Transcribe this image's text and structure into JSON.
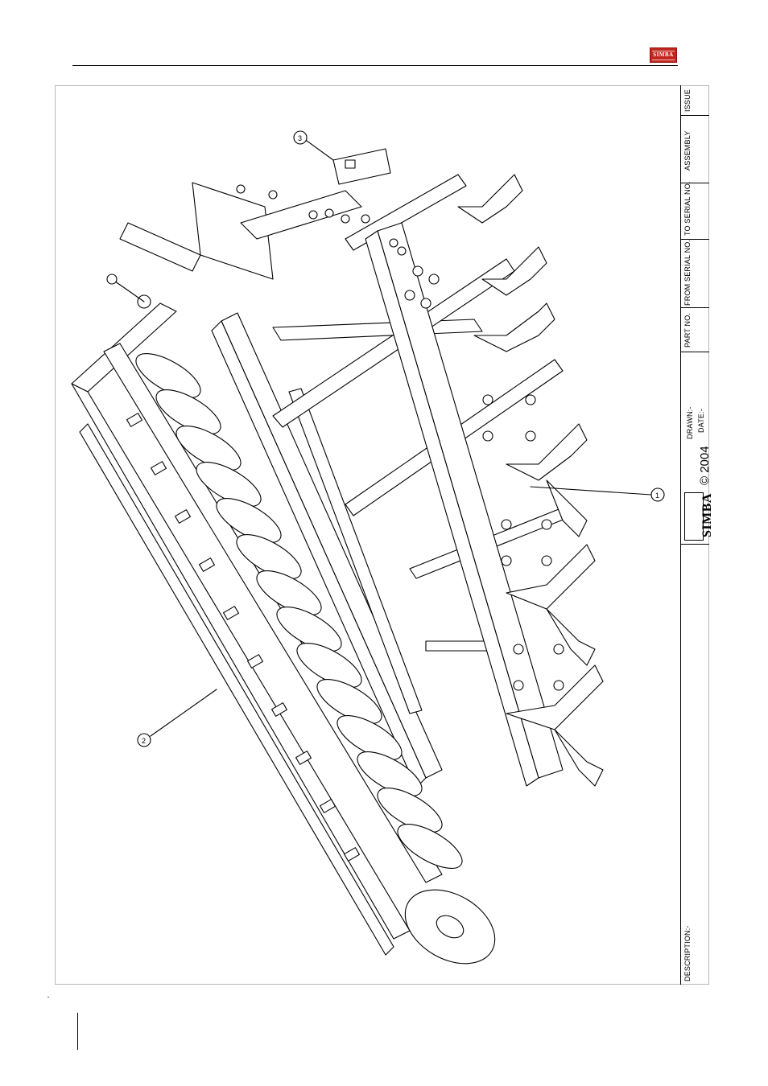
{
  "logo": {
    "text": "SIMBA",
    "color": "#c4261f"
  },
  "title_block": {
    "issue_label": "ISSUE",
    "assembly_label": "ASSEMBLY",
    "to_serial_label": "TO SERIAL NO.",
    "from_serial_label": "FROM SERIAL NO.",
    "part_no_label": "PART NO.",
    "drawn_label": "DRAWN:-",
    "date_label": "DATE:-",
    "copyright": "© 2004",
    "brand_stamp": "SIMBA",
    "description_label": "DESCRIPTION:-"
  },
  "drawing": {
    "subject": "machine-assembly-isometric",
    "callouts": [
      "1",
      "2",
      "3"
    ]
  }
}
